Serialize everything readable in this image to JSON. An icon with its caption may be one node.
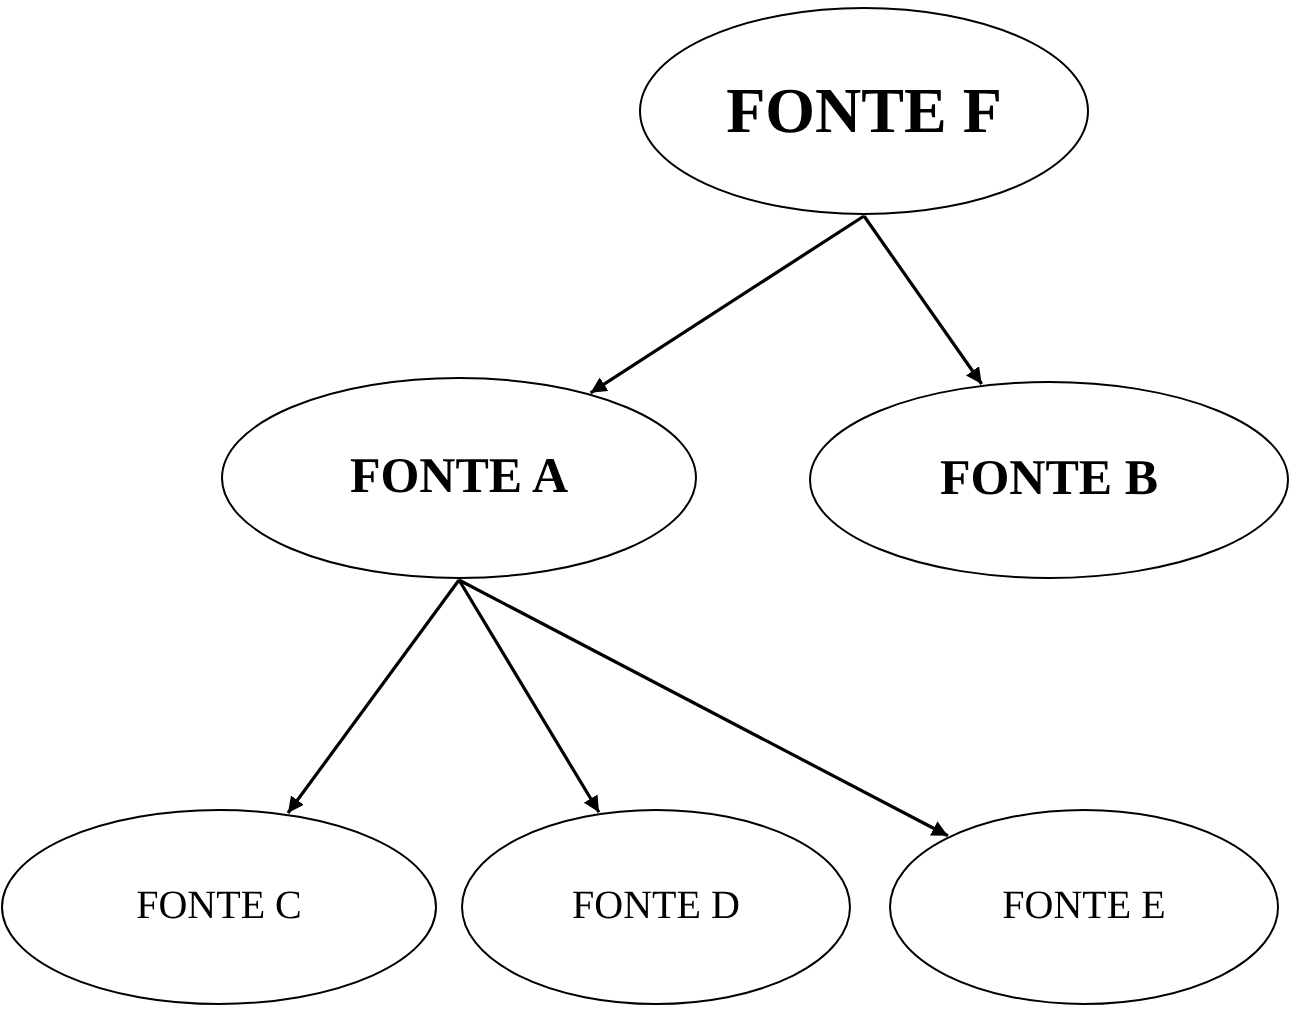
{
  "diagram": {
    "nodes": [
      {
        "text": [
          "FONTE F"
        ]
      },
      {
        "text": [
          "FONTE A"
        ]
      },
      {
        "text": [
          "FONTE B"
        ]
      },
      {
        "text": [
          "FONTE C"
        ]
      },
      {
        "text": [
          "FONTE D"
        ]
      },
      {
        "text": [
          "FONTE E"
        ]
      }
    ],
    "edges": [
      {
        "from": 0,
        "to": 1,
        "arrow": "to"
      },
      {
        "from": 0,
        "to": 2,
        "arrow": "to"
      },
      {
        "from": 1,
        "to": 3,
        "arrow": "to"
      },
      {
        "from": 1,
        "to": 4,
        "arrow": "to"
      },
      {
        "from": 1,
        "to": 5,
        "arrow": "to"
      }
    ]
  }
}
